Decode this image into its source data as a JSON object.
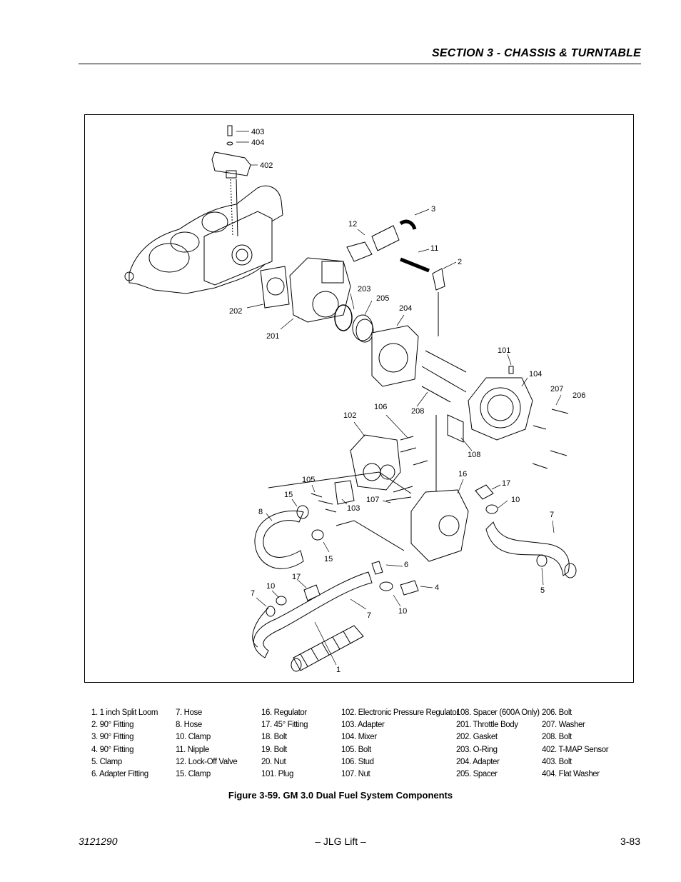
{
  "header": {
    "section_title": "SECTION 3 - CHASSIS & TURNTABLE"
  },
  "callouts": {
    "c403": "403",
    "c404": "404",
    "c402": "402",
    "c3": "3",
    "c12": "12",
    "c11": "11",
    "c2": "2",
    "c203": "203",
    "c205": "205",
    "c204": "204",
    "c202": "202",
    "c201": "201",
    "c101": "101",
    "c104": "104",
    "c207": "207",
    "c206": "206",
    "c208": "208",
    "c106": "106",
    "c102": "102",
    "c108": "108",
    "c16": "16",
    "c17a": "17",
    "c10a": "10",
    "c7a": "7",
    "c105": "105",
    "c15a": "15",
    "c103": "103",
    "c107": "107",
    "c8": "8",
    "c15b": "15",
    "c6": "6",
    "c4": "4",
    "c5": "5",
    "c17b": "17",
    "c10b": "10",
    "c7b": "7",
    "c7c": "7",
    "c10c": "10",
    "c1": "1"
  },
  "legend": {
    "col1": [
      "1. 1 inch Split Loom",
      "2. 90° Fitting",
      "3. 90° Fitting",
      "4. 90° Fitting",
      "5. Clamp",
      "6. Adapter Fitting"
    ],
    "col2": [
      "7. Hose",
      "8. Hose",
      "10. Clamp",
      "11. Nipple",
      "12. Lock-Off Valve",
      "15. Clamp"
    ],
    "col3": [
      "16. Regulator",
      "17. 45° Fitting",
      "18. Bolt",
      "19. Bolt",
      "20. Nut",
      "101. Plug"
    ],
    "col4": [
      "102. Electronic Pressure Regulator",
      "103. Adapter",
      "104. Mixer",
      "105. Bolt",
      "106. Stud",
      "107. Nut"
    ],
    "col5": [
      "108. Spacer (600A Only)",
      "201. Throttle Body",
      "202. Gasket",
      "203. O-Ring",
      "204. Adapter",
      "205. Spacer"
    ],
    "col6": [
      "206. Bolt",
      "207. Washer",
      "208. Bolt",
      "402. T-MAP Sensor",
      "403. Bolt",
      "404. Flat Washer"
    ]
  },
  "caption": "Figure 3-59.  GM 3.0 Dual Fuel System Components",
  "footer": {
    "doc_number": "3121290",
    "center": "– JLG Lift –",
    "page": "3-83"
  }
}
